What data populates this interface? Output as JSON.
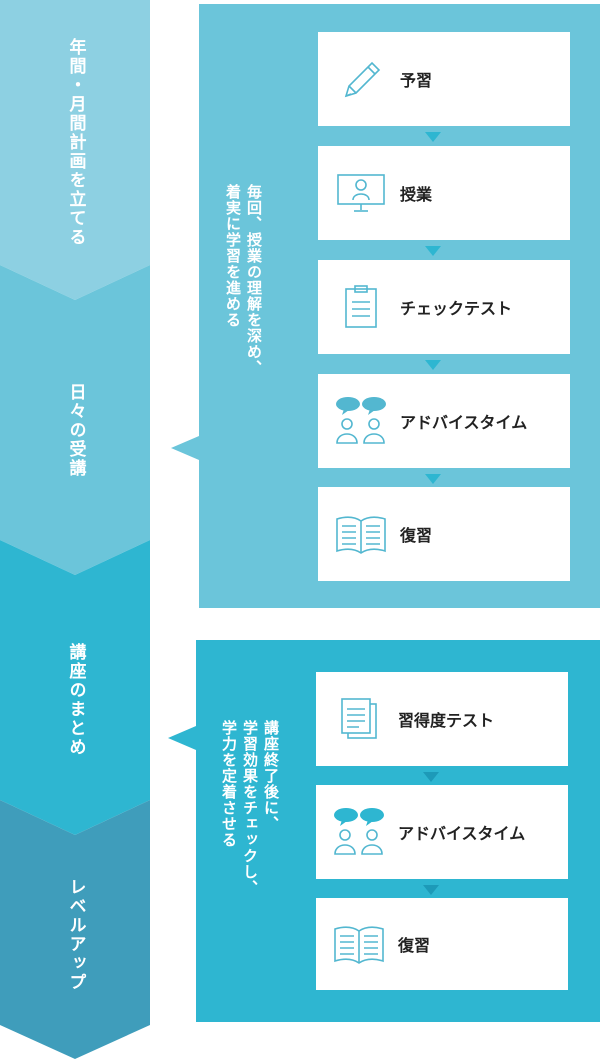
{
  "phases": [
    {
      "label": "年間・月間計画を立てる",
      "color": "#8dd0e2"
    },
    {
      "label": "日々の受講",
      "color": "#6bc5da"
    },
    {
      "label": "講座のまとめ",
      "color": "#2eb6d1"
    },
    {
      "label": "レベルアップ",
      "color": "#3f9dbb"
    }
  ],
  "section_daily": {
    "description_lines": [
      "毎回、授業の理解を深め、",
      "着実に学習を進める"
    ],
    "steps": [
      {
        "label": "予習",
        "icon": "pencil-icon"
      },
      {
        "label": "授業",
        "icon": "monitor-user-icon"
      },
      {
        "label": "チェックテスト",
        "icon": "clipboard-icon"
      },
      {
        "label": "アドバイスタイム",
        "icon": "two-people-speech-icon"
      },
      {
        "label": "復習",
        "icon": "open-book-icon"
      }
    ]
  },
  "section_summary": {
    "description_lines": [
      "講座終了後に、",
      "学習効果をチェックし、",
      "学力を定着させる"
    ],
    "steps": [
      {
        "label": "習得度テスト",
        "icon": "documents-icon"
      },
      {
        "label": "アドバイスタイム",
        "icon": "two-people-speech-icon"
      },
      {
        "label": "復習",
        "icon": "open-book-icon"
      }
    ]
  }
}
